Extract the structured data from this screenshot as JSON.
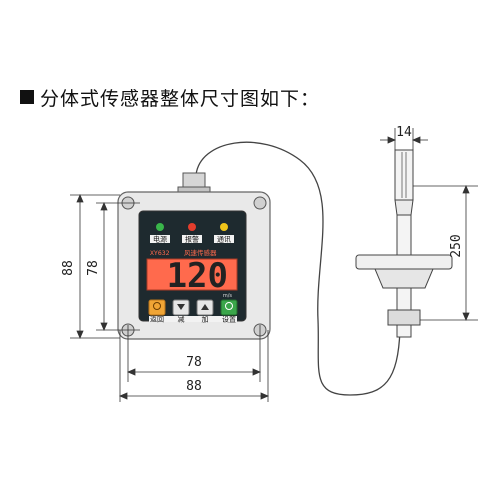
{
  "heading": "分体式传感器整体尺寸图如下：",
  "dimensions": {
    "outer_height": "88",
    "inner_height": "78",
    "inner_width": "78",
    "outer_width": "88",
    "probe_diameter": "14",
    "probe_length": "250"
  },
  "device": {
    "indicators": [
      "电源",
      "报警",
      "通讯"
    ],
    "model": "XY632",
    "name": "风速传感器",
    "reading": "120",
    "unit": "m/s",
    "buttons": [
      "返回",
      "减",
      "加",
      "设置"
    ]
  },
  "colors": {
    "display": "#ff6a4d",
    "housing": "#e8e8e8",
    "panel": "#1e2a2f",
    "led_green": "#39b54a",
    "led_red": "#e43d2c",
    "led_yellow": "#f0c419"
  }
}
